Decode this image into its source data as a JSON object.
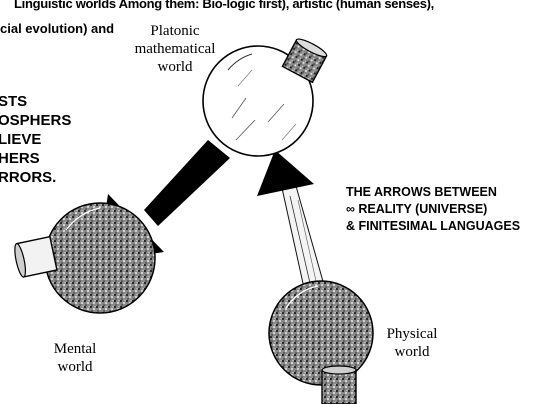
{
  "header": {
    "line1": "Linguistic worlds Among them: Bio-logic first), artistic (human senses),",
    "line2": "cial evolution) and"
  },
  "left_note": {
    "lines": [
      "STS",
      "OSPHERS",
      "LIEVE",
      "HERS",
      "RRORS."
    ]
  },
  "right_note": {
    "lines": [
      "THE  ARROWS BETWEEN",
      "∞ REALITY (UNIVERSE)",
      "& FINITESIMAL LANGUAGES"
    ]
  },
  "diagram": {
    "nodes": [
      {
        "id": "platonic",
        "label_lines": [
          "Platonic",
          "mathematical",
          "world"
        ]
      },
      {
        "id": "mental",
        "label_lines": [
          "Mental",
          "world"
        ]
      },
      {
        "id": "physical",
        "label_lines": [
          "Physical",
          "world"
        ]
      }
    ],
    "arrows": [
      {
        "from": "platonic",
        "to": "mental"
      },
      {
        "from": "physical",
        "to": "platonic"
      }
    ]
  }
}
